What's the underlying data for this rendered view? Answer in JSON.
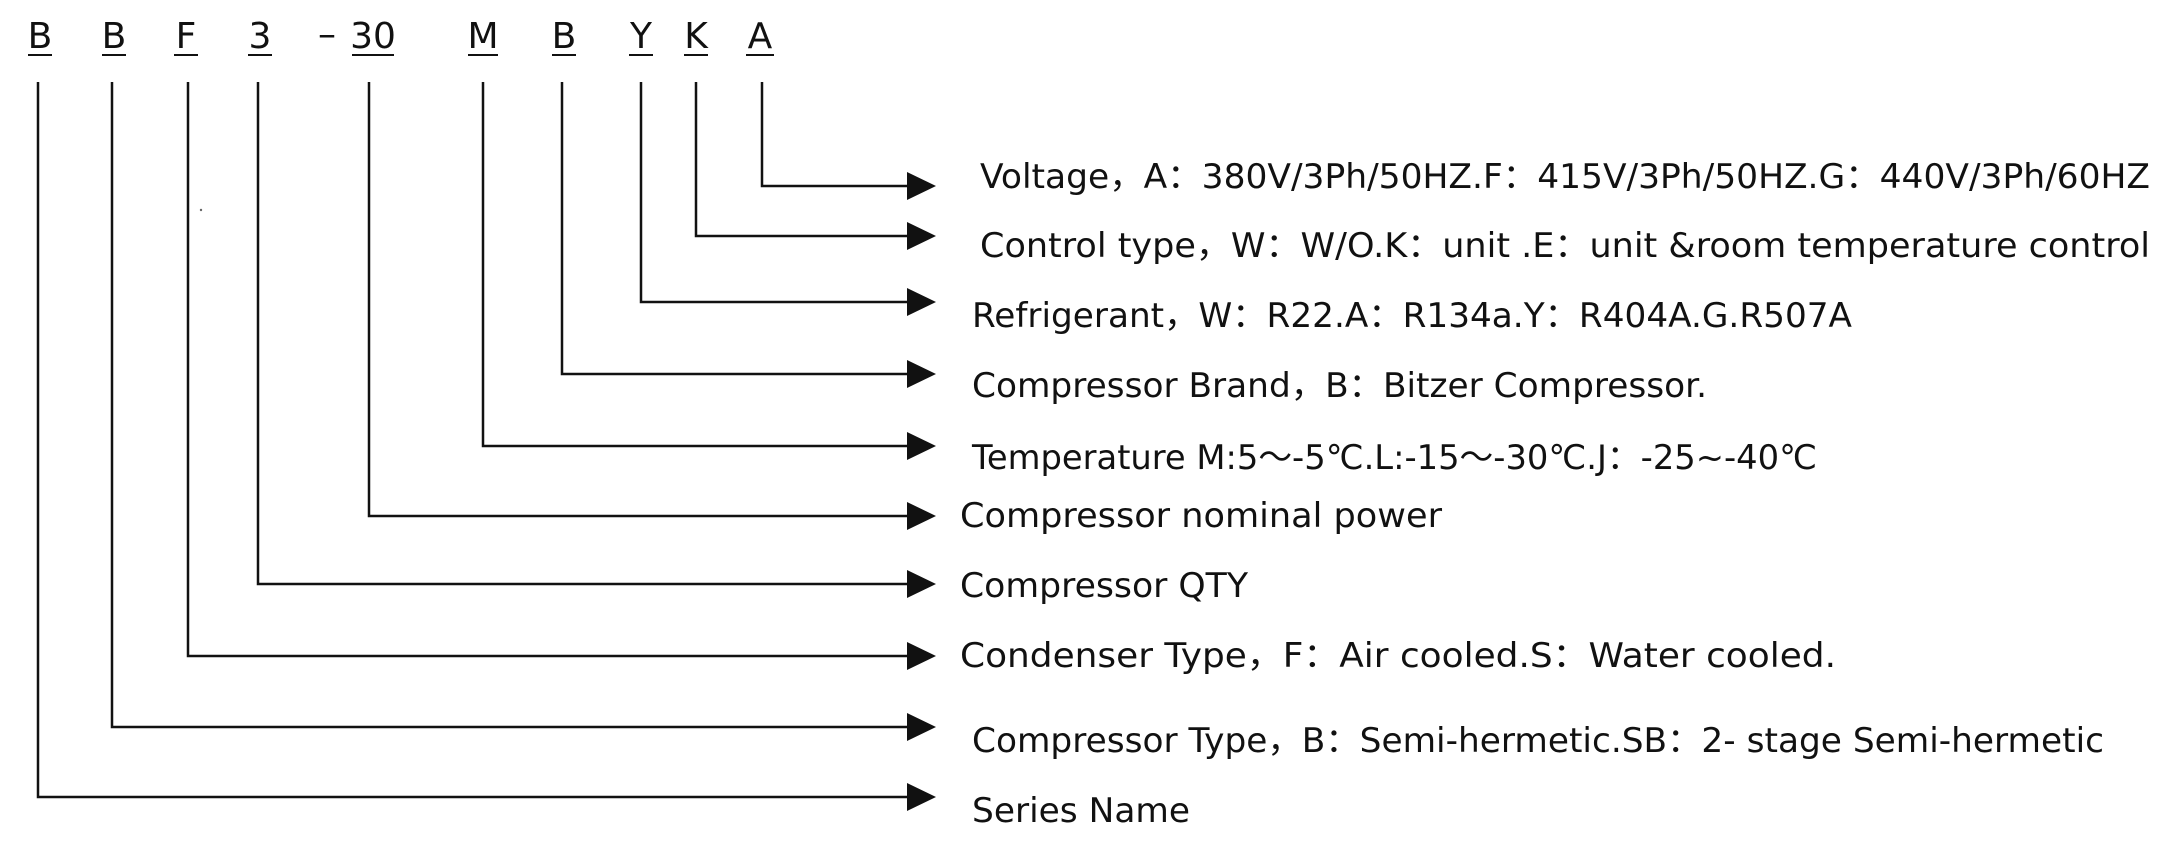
{
  "code_letters": [
    "B",
    "B",
    "F",
    "3",
    "–",
    "30",
    "M",
    "B",
    "Y",
    "K",
    "A"
  ],
  "descriptions": [
    "Voltage，A：380V/3Ph/50HZ.F：415V/3Ph/50HZ.G：440V/3Ph/60HZ",
    "Control type，W：W/O.K：unit .E：unit &room temperature control",
    "Refrigerant，W：R22.A：R134a.Y：R404A.G.R507A",
    "Compressor Brand，B：Bitzer Compressor.",
    "Temperature M:5～-5℃.L:-15～-30℃.J：-25~-40℃",
    "Compressor nominal power",
    "Compressor QTY",
    "Condenser Type，F：Air cooled.S：Water cooled.",
    "Compressor Type，B：Semi-hermetic.SB：2- stage Semi-hermetic",
    "Series Name"
  ],
  "colors": {
    "line": "#111111",
    "text": "#111111",
    "background": "#ffffff"
  }
}
